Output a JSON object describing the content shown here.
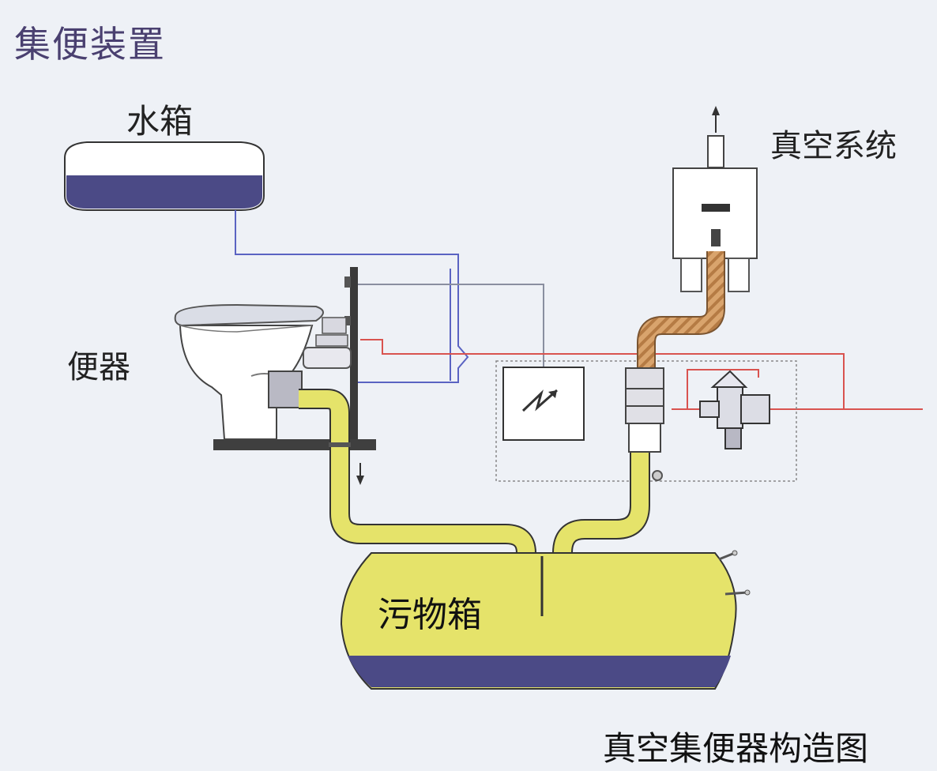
{
  "title": "集便装置",
  "labels": {
    "water_tank": "水箱",
    "vacuum_system": "真空系统",
    "toilet": "便器",
    "waste_tank": "污物箱"
  },
  "caption": "真空集便器构造图",
  "colors": {
    "background": "#eef1f6",
    "waste_pipe": "#e5e36a",
    "tank_liquid": "#4b4a86",
    "water_line": "#5a63c2",
    "control_line": "#d9534f",
    "vacuum_hose": "#c8935a"
  },
  "icons": [
    "up-arrow-icon",
    "down-arrow-icon",
    "control-box-zigzag-icon"
  ]
}
